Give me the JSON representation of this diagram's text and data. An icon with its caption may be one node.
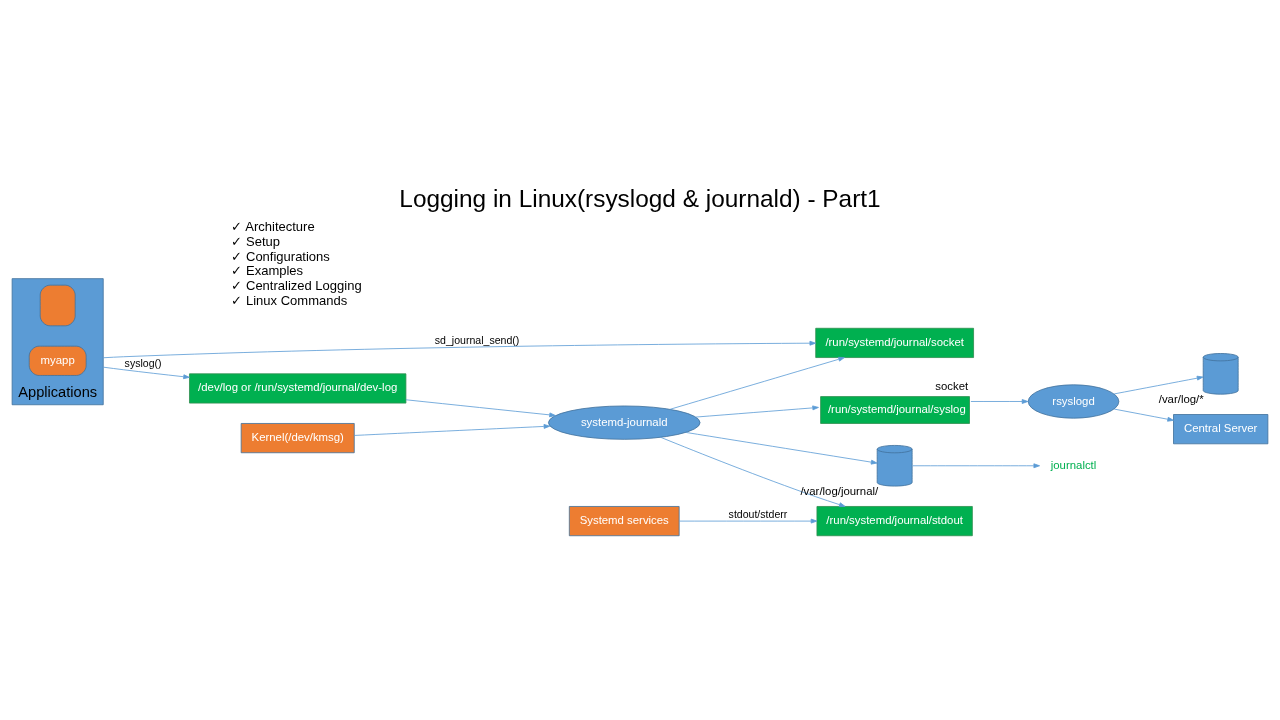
{
  "diagram": {
    "title": "Logging in Linux(rsyslogd & journald) - Part1",
    "nodes": [
      {
        "text": [
          "Applications"
        ]
      },
      {
        "text": [],
        "shape": "box",
        "in": 0
      },
      {
        "text": [
          "myapp"
        ],
        "in": 0
      },
      {
        "text": [
          "/dev/log or /run/systemd/journal/dev-log"
        ]
      },
      {
        "text": [
          "/run/systemd/journal/socket"
        ]
      },
      {
        "text": [
          "/run/systemd/journal/stdout"
        ]
      },
      {
        "text": [
          "Systemd services"
        ]
      },
      {
        "text": [
          "Kernel(/dev/kmsg)"
        ]
      },
      {
        "text": [
          "systemd-journald"
        ]
      },
      {
        "text": [],
        "shape": "cylinder",
        "beside": [
          "/var/log/journal/"
        ]
      },
      {
        "text": [
          "journalctl"
        ]
      },
      {
        "text": [
          "/run/systemd/journal/syslog"
        ],
        "beside": [
          "socket"
        ]
      },
      {
        "text": [
          "rsyslogd"
        ]
      },
      {
        "text": [],
        "shape": "cylinder",
        "beside": [
          "/var/log/*"
        ]
      },
      {
        "text": [
          "Central Server"
        ]
      }
    ],
    "edges": [
      {
        "from": 0,
        "to": 3,
        "arrow": "to",
        "label": "syslog()"
      },
      {
        "from": 0,
        "to": 4,
        "arrow": "to",
        "label": "sd_journal_send()"
      },
      {
        "from": 6,
        "to": 5,
        "arrow": "to",
        "label": "stdout/stderr"
      },
      {
        "from": 3,
        "to": 8,
        "arrow": "to"
      },
      {
        "from": 7,
        "to": 8,
        "arrow": "to"
      },
      {
        "from": 8,
        "to": 4,
        "arrow": "to"
      },
      {
        "from": 8,
        "to": 5,
        "arrow": "to"
      },
      {
        "from": 8,
        "to": 9,
        "arrow": "to"
      },
      {
        "from": 8,
        "to": 11,
        "arrow": "to"
      },
      {
        "from": 9,
        "to": 10,
        "arrow": "to"
      },
      {
        "from": 11,
        "to": 12,
        "arrow": "to"
      },
      {
        "from": 12,
        "to": 13,
        "arrow": "to"
      },
      {
        "from": 12,
        "to": 14,
        "arrow": "to"
      }
    ],
    "labels": [
      "✓ Architecture",
      "✓ Setup",
      "✓ Configurations",
      "✓ Examples",
      "✓ Centralized Logging",
      "✓ Linux Commands"
    ]
  }
}
